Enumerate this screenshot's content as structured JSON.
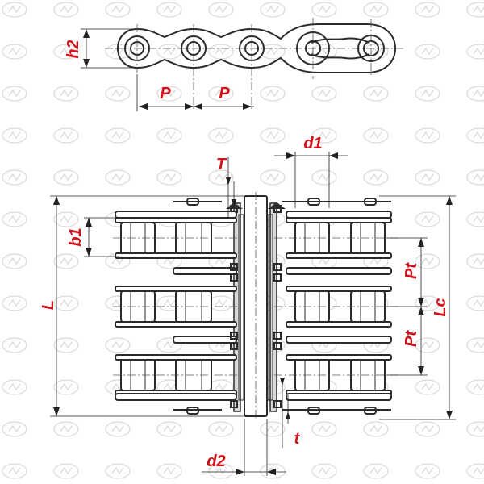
{
  "labels": {
    "h2": "h2",
    "p_left": "P",
    "p_right": "P",
    "d1": "d1",
    "T": "T",
    "b1": "b1",
    "L": "L",
    "Pt_upper": "Pt",
    "Pt_lower": "Pt",
    "Lc": "Lc",
    "d2": "d2",
    "t": "t"
  },
  "colors": {
    "label": "#d4101a",
    "line": "#2b2b2b",
    "plate_fill": "#d9d9d9",
    "watermark": "#d9d9d9"
  }
}
